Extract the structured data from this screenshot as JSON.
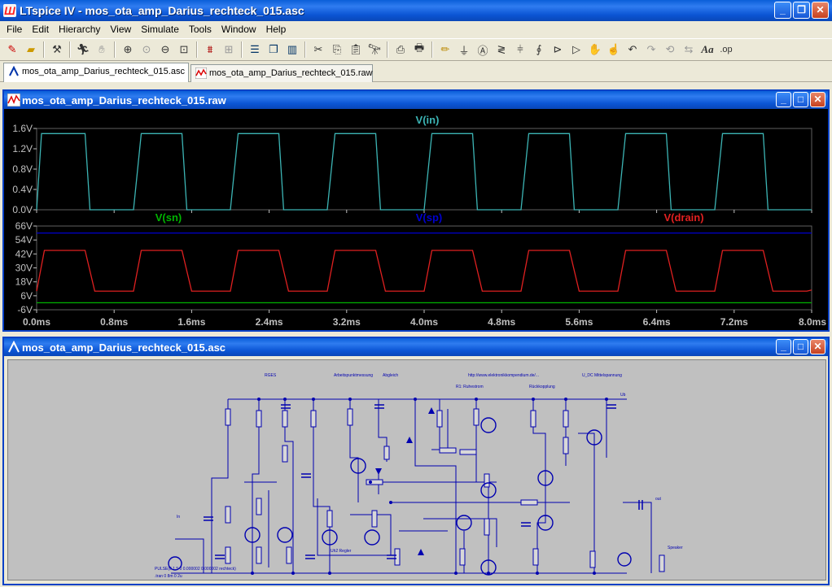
{
  "app_title": "LTspice IV - mos_ota_amp_Darius_rechteck_015.asc",
  "menu": [
    "File",
    "Edit",
    "Hierarchy",
    "View",
    "Simulate",
    "Tools",
    "Window",
    "Help"
  ],
  "toolbar_icons": [
    "new-schematic-icon",
    "open-icon",
    "control-panel-icon",
    "run-icon",
    "halt-icon",
    "zoom-in-icon",
    "pan-icon",
    "zoom-out-icon",
    "zoom-fit-icon",
    "autorange-icon",
    "pick-visible-traces-icon",
    "tile-horizontal-icon",
    "cascade-icon",
    "tile-vertical-icon",
    "cut-icon",
    "copy-icon",
    "paste-icon",
    "find-icon",
    "print-setup-icon",
    "print-icon",
    "draw-wire-icon",
    "ground-icon",
    "label-net-icon",
    "resistor-icon",
    "capacitor-icon",
    "inductor-icon",
    "diode-icon",
    "component-icon",
    "move-icon",
    "drag-icon",
    "undo-icon",
    "redo-icon",
    "rotate-icon",
    "mirror-icon",
    "text-icon",
    "spice-directive-icon"
  ],
  "toolbar_text": {
    "text_tool": "Aa",
    "spice_directive": ".op"
  },
  "tabs": [
    {
      "label": "mos_ota_amp_Darius_rechteck_015.asc",
      "active": true
    },
    {
      "label": "mos_ota_amp_Darius_rechteck_015.raw",
      "active": false
    }
  ],
  "wave_window": {
    "title": "mos_ota_amp_Darius_rechteck_015.raw"
  },
  "schem_window": {
    "title": "mos_ota_amp_Darius_rechteck_015.asc"
  },
  "colors": {
    "plot_bg": "#000000",
    "grid": "#606060",
    "axis_text": "#c0c0c0",
    "vin": "#3cb4b4",
    "vsn": "#00b400",
    "vsp": "#0000d0",
    "vdrain": "#e02020",
    "schem_bg": "#c0c0c0",
    "schem_line": "#0000b0"
  },
  "chart_data": [
    {
      "type": "line",
      "title": "",
      "xlabel": "",
      "ylabel": "",
      "x_ticks": [
        "0.0ms",
        "0.8ms",
        "1.6ms",
        "2.4ms",
        "3.2ms",
        "4.0ms",
        "4.8ms",
        "5.6ms",
        "6.4ms",
        "7.2ms",
        "8.0ms"
      ],
      "xlim": [
        0,
        8.0
      ],
      "y_ticks": [
        "1.6V",
        "1.2V",
        "0.8V",
        "0.4V",
        "0.0V"
      ],
      "ylim": [
        0.0,
        1.6
      ],
      "series": [
        {
          "name": "V(in)",
          "x": [
            0,
            0.05,
            0.08,
            0.5,
            0.55,
            0.95,
            1.0,
            1.08,
            1.5,
            1.55,
            1.95,
            2.0,
            2.08,
            2.5,
            2.55,
            2.95,
            3.0,
            3.08,
            3.5,
            3.55,
            3.95,
            4.0,
            4.08,
            4.5,
            4.55,
            4.95,
            5.0,
            5.08,
            5.5,
            5.55,
            5.95,
            6.0,
            6.08,
            6.5,
            6.55,
            6.95,
            7.0,
            7.08,
            7.5,
            7.55,
            8.0
          ],
          "values": [
            0,
            1.5,
            1.5,
            1.5,
            0,
            0,
            0,
            1.5,
            1.5,
            0,
            0,
            0,
            1.5,
            1.5,
            0,
            0,
            0,
            1.5,
            1.5,
            0,
            0,
            0,
            1.5,
            1.5,
            0,
            0,
            0,
            1.5,
            1.5,
            0,
            0,
            0,
            1.5,
            1.5,
            0,
            0,
            0,
            1.5,
            1.5,
            0,
            0
          ]
        }
      ]
    },
    {
      "type": "line",
      "title": "",
      "xlabel": "",
      "ylabel": "",
      "x_ticks": [
        "0.0ms",
        "0.8ms",
        "1.6ms",
        "2.4ms",
        "3.2ms",
        "4.0ms",
        "4.8ms",
        "5.6ms",
        "6.4ms",
        "7.2ms",
        "8.0ms"
      ],
      "xlim": [
        0,
        8.0
      ],
      "y_ticks": [
        "66V",
        "54V",
        "42V",
        "30V",
        "18V",
        "6V",
        "-6V"
      ],
      "ylim": [
        -6,
        66
      ],
      "series": [
        {
          "name": "V(sn)",
          "x": [
            0,
            8.0
          ],
          "values": [
            0,
            0
          ]
        },
        {
          "name": "V(sp)",
          "x": [
            0,
            8.0
          ],
          "values": [
            60,
            60
          ]
        },
        {
          "name": "V(drain)",
          "x": [
            0,
            0.08,
            0.5,
            0.6,
            0.95,
            1.0,
            1.08,
            1.5,
            1.6,
            1.95,
            2.0,
            2.08,
            2.5,
            2.6,
            2.95,
            3.0,
            3.08,
            3.5,
            3.6,
            3.95,
            4.0,
            4.08,
            4.5,
            4.6,
            4.95,
            5.0,
            5.08,
            5.5,
            5.6,
            5.95,
            6.0,
            6.08,
            6.5,
            6.6,
            6.95,
            7.0,
            7.08,
            7.5,
            7.6,
            7.95,
            8.0
          ],
          "values": [
            10,
            45,
            45,
            10,
            10,
            10,
            45,
            45,
            10,
            10,
            10,
            45,
            45,
            10,
            10,
            10,
            45,
            45,
            10,
            10,
            10,
            45,
            45,
            10,
            10,
            10,
            45,
            45,
            10,
            10,
            10,
            45,
            45,
            10,
            10,
            10,
            45,
            45,
            10,
            10,
            11
          ]
        }
      ]
    }
  ],
  "schematic_labels": {
    "header_left": "RGES",
    "header_mid1": "Arbeitspunktmessung",
    "header_mid2": "Abgleich",
    "header_url": "http://www.elektronikkompendium.de/...",
    "header_right": "U_DC Mittelspannung",
    "supply": "Ub",
    "sub1": "R1: Ruhestrom",
    "sub2": "Rückkopplung",
    "in_label": "In",
    "out_label": "out",
    "speaker": "Speaker",
    "pulse": "PULSE(0 1.5 0 0.000002 0.000002 rechteck)",
    "tran": ".tran 0 8m 0 2u",
    "diff": "Uh2 Regler"
  }
}
